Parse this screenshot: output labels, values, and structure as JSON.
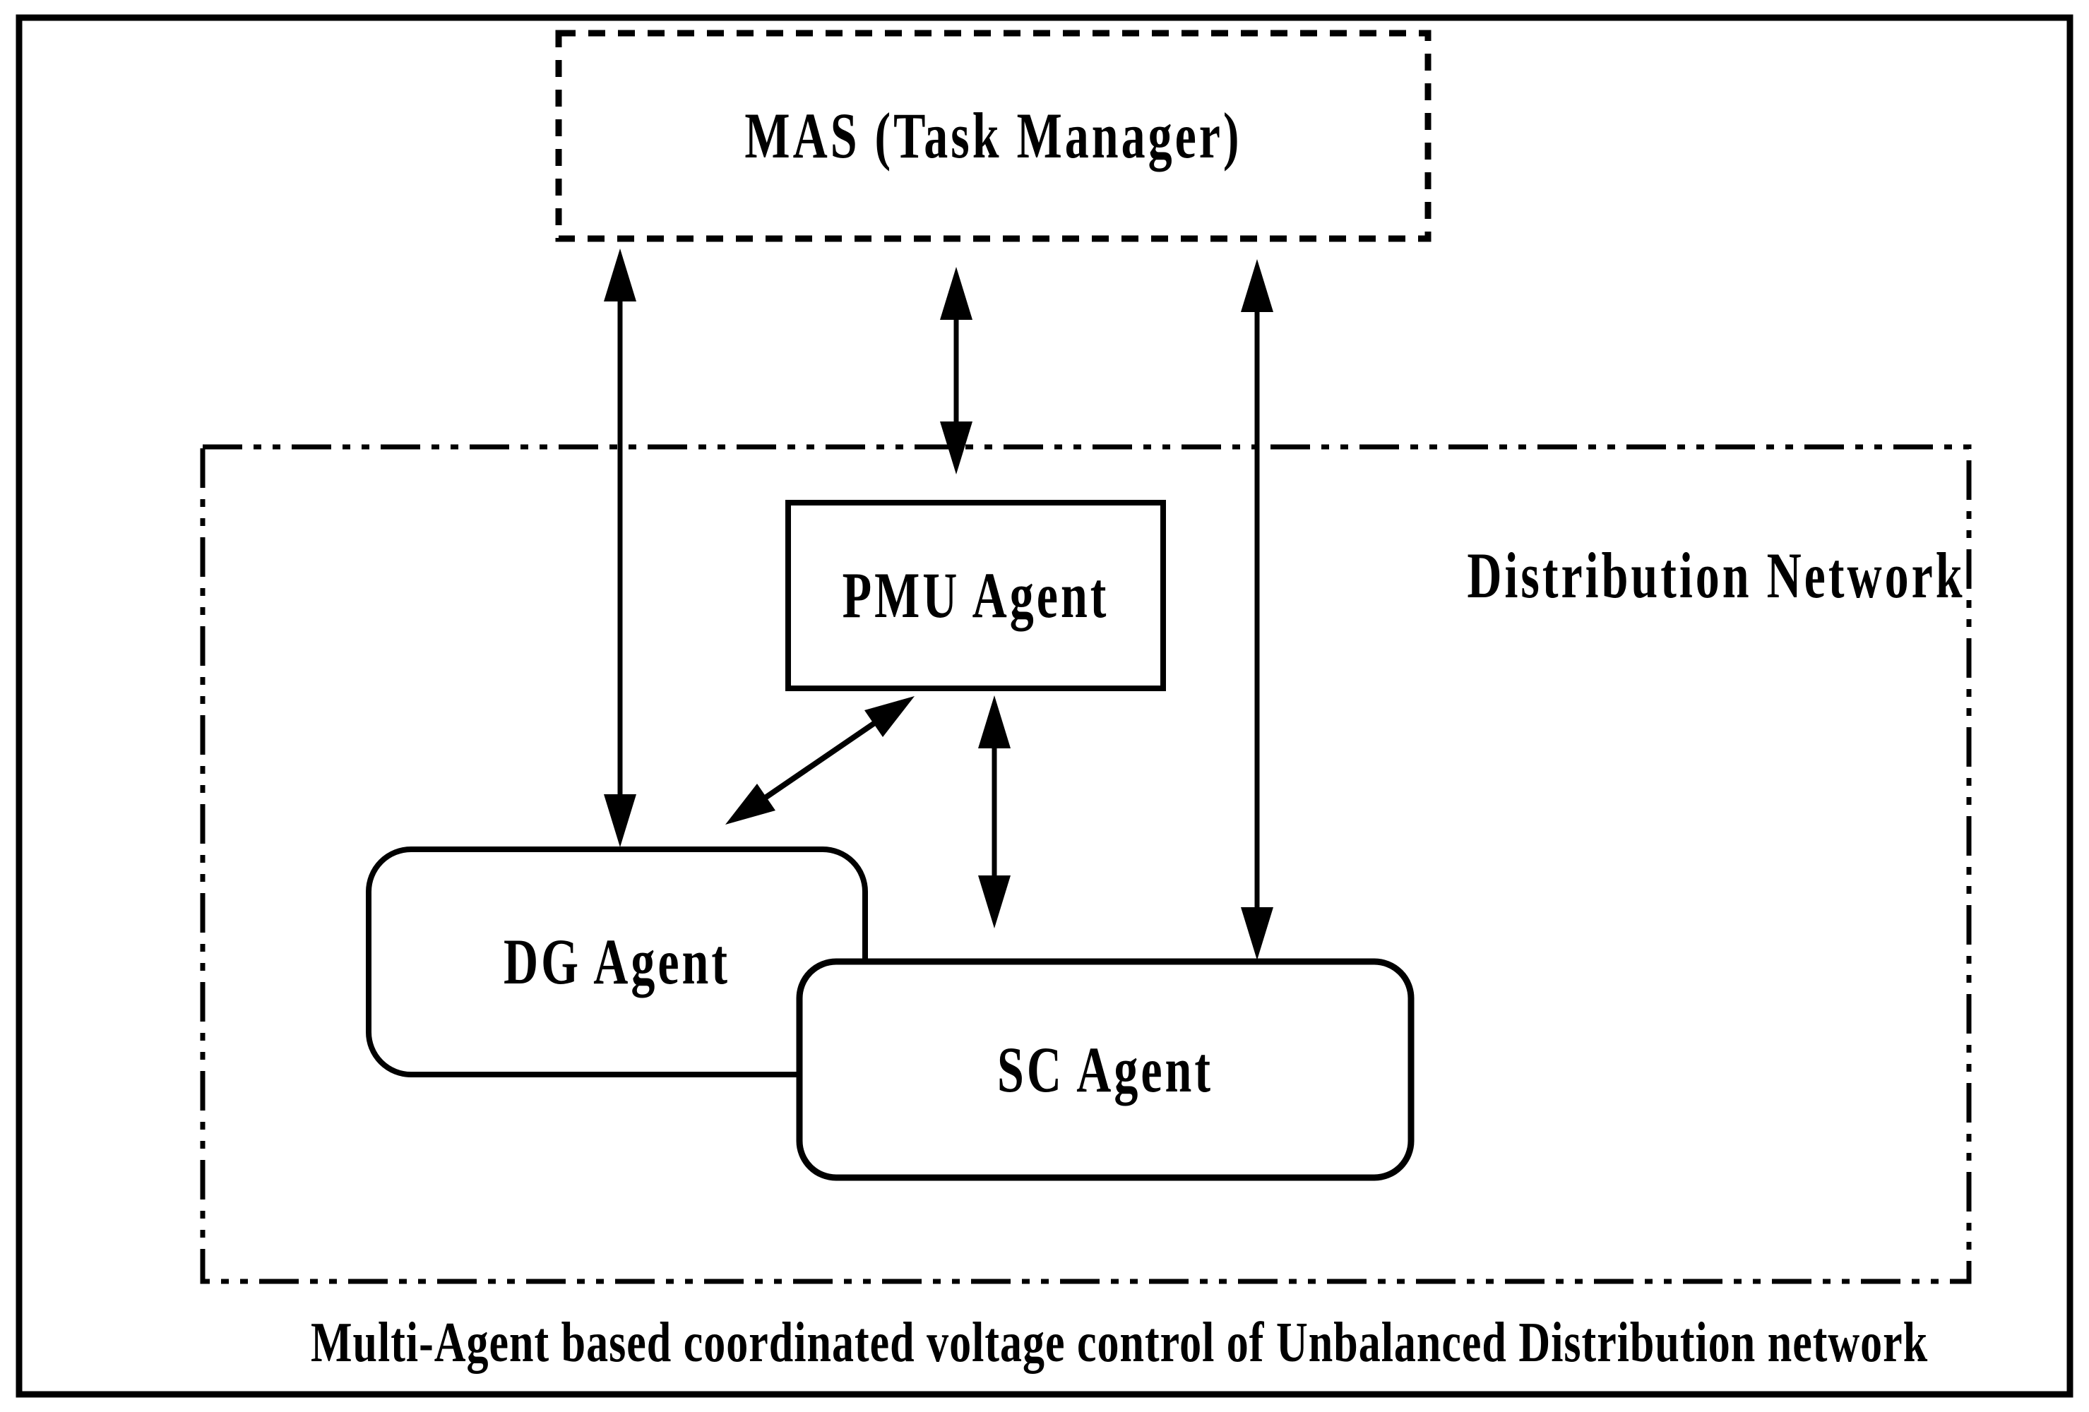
{
  "diagram": {
    "caption": "Multi-Agent based coordinated voltage control of Unbalanced Distribution network",
    "nodes": {
      "mas": {
        "label": "MAS (Task Manager)",
        "border_style": "dashed"
      },
      "distribution_network": {
        "label": "Distribution Network",
        "border_style": "dash-dot-dot"
      },
      "pmu_agent": {
        "label": "PMU Agent",
        "border_style": "solid"
      },
      "dg_agent": {
        "label": "DG Agent",
        "border_style": "solid-rounded"
      },
      "sc_agent": {
        "label": "SC Agent",
        "border_style": "solid-rounded"
      }
    },
    "connections": [
      {
        "from": "MAS (Task Manager)",
        "to": "DG Agent",
        "type": "double-headed-arrow"
      },
      {
        "from": "MAS (Task Manager)",
        "to": "Distribution Network",
        "type": "double-headed-arrow"
      },
      {
        "from": "MAS (Task Manager)",
        "to": "SC Agent",
        "type": "double-headed-arrow"
      },
      {
        "from": "PMU Agent",
        "to": "DG Agent",
        "type": "double-headed-arrow"
      },
      {
        "from": "PMU Agent",
        "to": "SC Agent",
        "type": "double-headed-arrow"
      }
    ],
    "colors": {
      "foreground": "#000000",
      "background": "#ffffff"
    }
  }
}
